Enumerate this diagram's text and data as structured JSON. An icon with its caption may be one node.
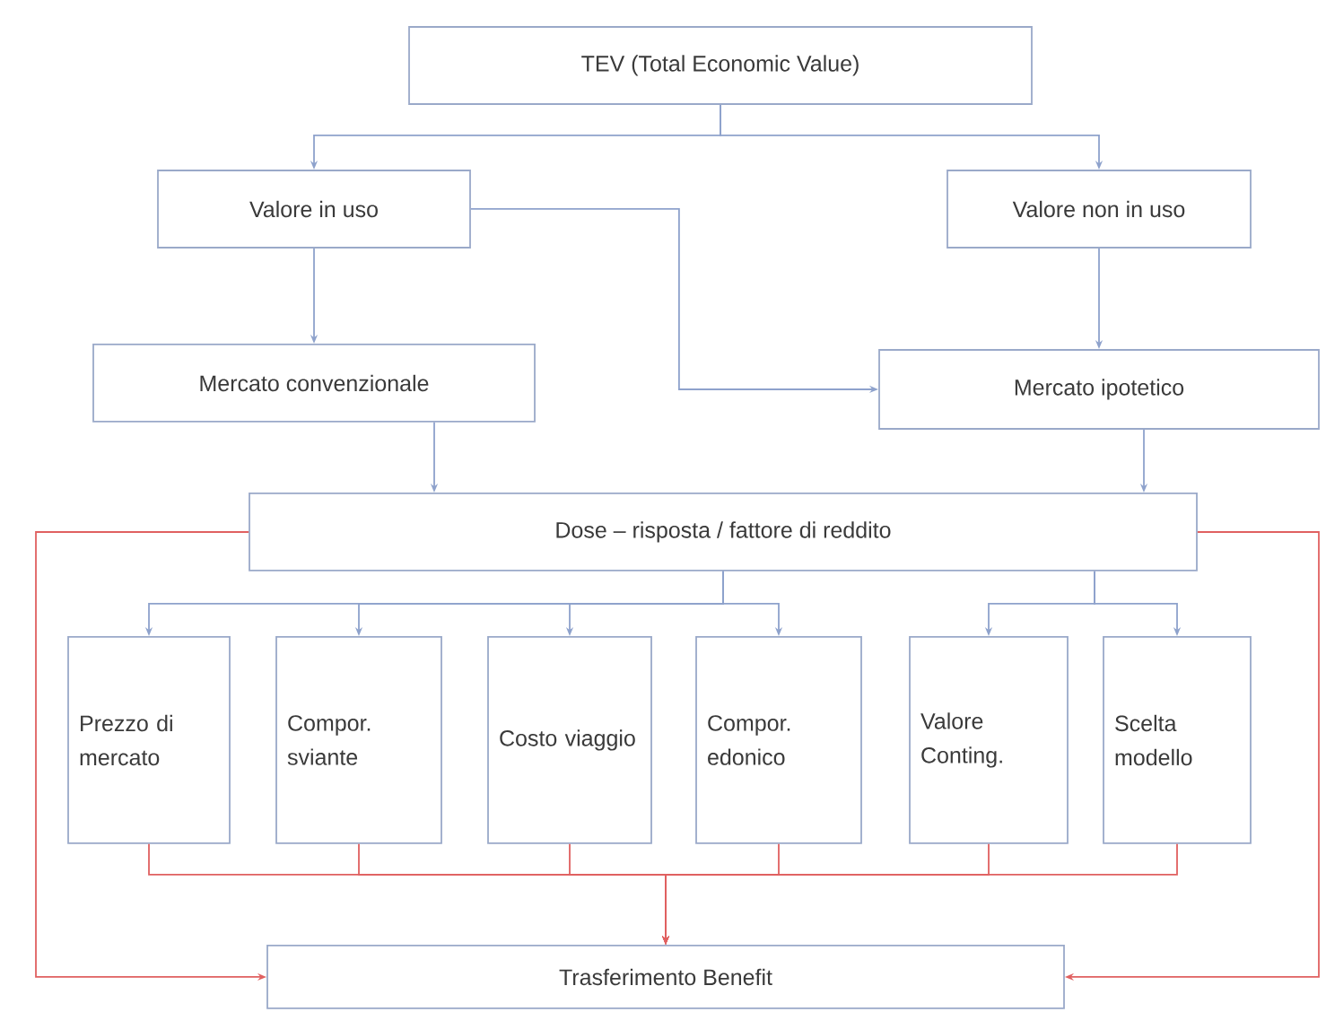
{
  "diagram": {
    "nodes": [
      {
        "text": [
          "TEV (Total Economic Value)"
        ]
      },
      {
        "text": [
          "Valore in uso"
        ]
      },
      {
        "text": [
          "Valore non in uso"
        ]
      },
      {
        "text": [
          "Mercato convenzionale"
        ]
      },
      {
        "text": [
          "Mercato ipotetico"
        ]
      },
      {
        "text": [
          "Dose – risposta / fattore di reddito"
        ]
      },
      {
        "text": [
          "Prezzo di mercato"
        ]
      },
      {
        "text": [
          "Compor. sviante"
        ]
      },
      {
        "text": [
          "Costo viaggio"
        ]
      },
      {
        "text": [
          "Compor. edonico"
        ]
      },
      {
        "text": [
          "Valore Conting."
        ]
      },
      {
        "text": [
          "Scelta modello"
        ]
      },
      {
        "text": [
          "Trasferimento Benefit"
        ]
      }
    ],
    "edges": [
      {
        "from": 0,
        "to": 1,
        "arrow": "to"
      },
      {
        "from": 0,
        "to": 2,
        "arrow": "to"
      },
      {
        "from": 1,
        "to": 3,
        "arrow": "to"
      },
      {
        "from": 1,
        "to": 4,
        "arrow": "to"
      },
      {
        "from": 2,
        "to": 4,
        "arrow": "to"
      },
      {
        "from": 3,
        "to": 5,
        "arrow": "to"
      },
      {
        "from": 4,
        "to": 5,
        "arrow": "to"
      },
      {
        "from": 5,
        "to": 6,
        "arrow": "to"
      },
      {
        "from": 5,
        "to": 7,
        "arrow": "to"
      },
      {
        "from": 5,
        "to": 8,
        "arrow": "to"
      },
      {
        "from": 5,
        "to": 9,
        "arrow": "to"
      },
      {
        "from": 5,
        "to": 10,
        "arrow": "to"
      },
      {
        "from": 5,
        "to": 11,
        "arrow": "to"
      },
      {
        "from": 6,
        "to": 12,
        "arrow": "to",
        "color": "#e06060"
      },
      {
        "from": 7,
        "to": 12,
        "arrow": "to",
        "color": "#e06060"
      },
      {
        "from": 8,
        "to": 12,
        "arrow": "to",
        "color": "#e06060"
      },
      {
        "from": 9,
        "to": 12,
        "arrow": "to",
        "color": "#e06060"
      },
      {
        "from": 10,
        "to": 12,
        "arrow": "to",
        "color": "#e06060"
      },
      {
        "from": 11,
        "to": 12,
        "arrow": "to",
        "color": "#e06060"
      },
      {
        "from": 5,
        "to": 12,
        "arrow": "to",
        "color": "#e06060"
      },
      {
        "from": 5,
        "to": 12,
        "arrow": "to",
        "color": "#e06060"
      }
    ]
  }
}
